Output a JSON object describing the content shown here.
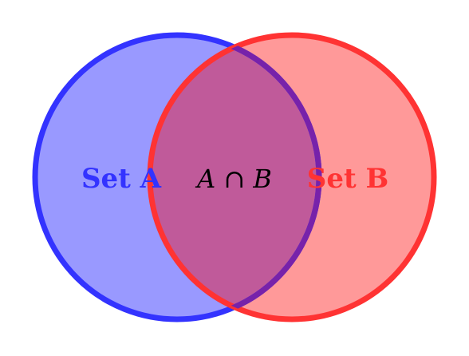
{
  "diagram": {
    "type": "venn",
    "sets": [
      {
        "id": "A",
        "label": "Set A",
        "color": "#3333ff",
        "fill_color": "#9999ff"
      },
      {
        "id": "B",
        "label": "Set B",
        "color": "#ff3333",
        "fill_color": "#ff9999"
      }
    ],
    "intersection": {
      "label": "A ∩ B",
      "fill_color": "#c05a9a",
      "edge_color": "#7722aa"
    }
  }
}
